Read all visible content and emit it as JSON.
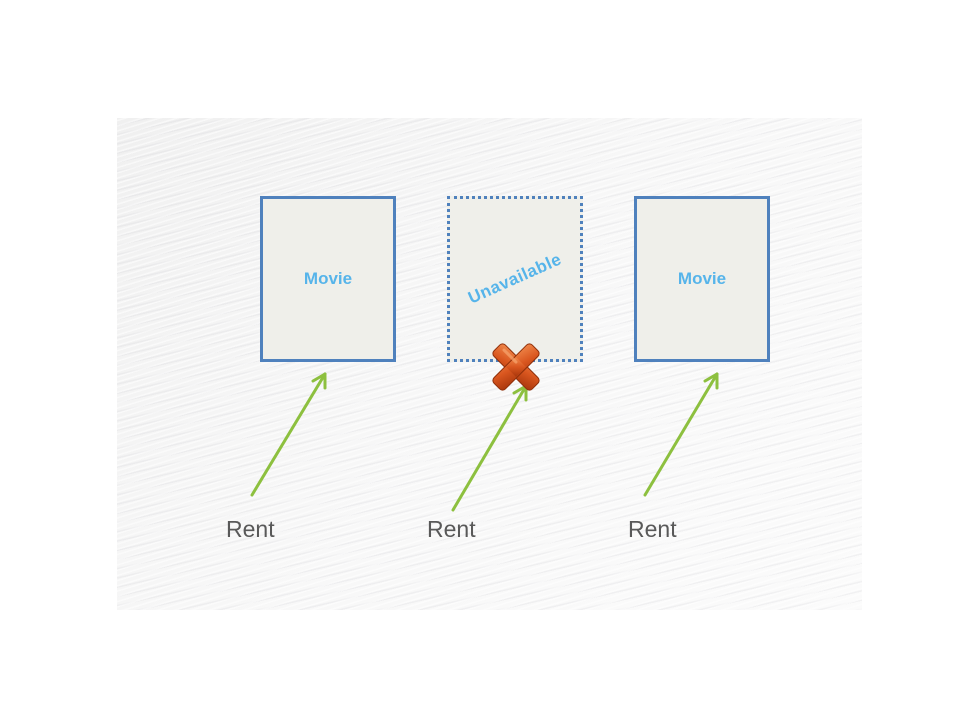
{
  "boxes": [
    {
      "label": "Movie",
      "state": "available"
    },
    {
      "label": "Unavailable",
      "state": "unavailable"
    },
    {
      "label": "Movie",
      "state": "available"
    }
  ],
  "rent_labels": [
    "Rent",
    "Rent",
    "Rent"
  ],
  "icons": {
    "arrow": "arrow-up-right-icon",
    "unavailable": "red-x-icon"
  },
  "colors": {
    "box_border": "#4f81bd",
    "box_fill": "#efefea",
    "box_text": "#56b4ea",
    "arrow": "#8dc03f",
    "x_mark": "#d2511d",
    "rent_text": "#595959"
  }
}
